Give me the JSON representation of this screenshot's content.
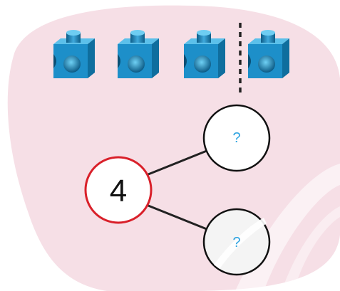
{
  "diagram": {
    "cube_count": 4,
    "split_after_cube": 3,
    "whole": {
      "value": "4",
      "border_color": "#d9202a"
    },
    "parts": [
      {
        "value": "?",
        "text_color": "#2ea3e0"
      },
      {
        "value": "?",
        "text_color": "#2ea3e0"
      }
    ],
    "colors": {
      "background_blob": "#f6dfe6",
      "cube_front": "#1d8fc9",
      "cube_side": "#0f6e9e",
      "cube_top": "#5cc0ea",
      "connector": "#222222",
      "divider": "#222222"
    }
  }
}
